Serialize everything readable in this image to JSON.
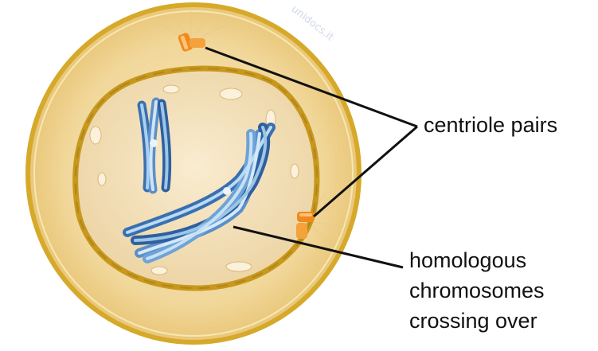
{
  "labels": {
    "centrioles": "centriole pairs",
    "chromosomes_line1": "homologous",
    "chromosomes_line2": "chromosomes",
    "chromosomes_line3": "crossing over"
  },
  "watermark": "unidocs.it",
  "colors": {
    "cytoplasm": "#f3dca0",
    "cell_membrane": "#d8ad2e",
    "nuclear_envelope": "#c99a1f",
    "nucleus": "#f5e3bd",
    "chromosome_light": "#9cc6e6",
    "chromosome_dark": "#3a6fb0",
    "centriole": "#f08a1c",
    "pointer_line": "#111111"
  }
}
